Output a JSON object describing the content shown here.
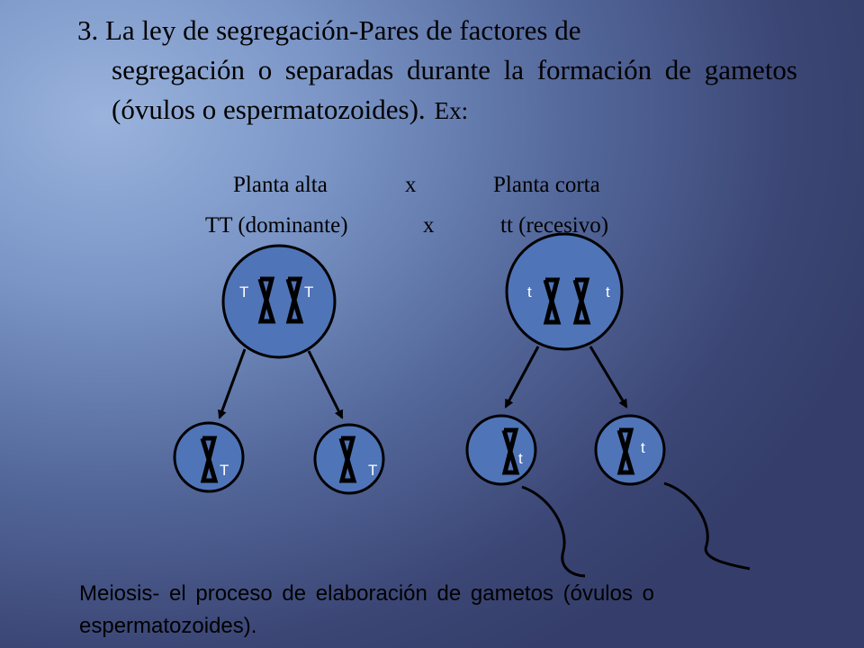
{
  "heading": {
    "number": "3.",
    "law": "La ley de segregación",
    "dash_text": "-Pares de factores de",
    "rest": "segregación o separadas durante la formación de gametos (óvulos o espermatozoides).",
    "example": "Ex:"
  },
  "cross": {
    "tall": "Planta alta",
    "x1": "x",
    "short": "Planta corta",
    "tall_genotype": "TT (dominante)",
    "x2": "x",
    "short_genotype": "tt (recesivo)"
  },
  "diagram": {
    "parent_left_labels": [
      "T",
      "T"
    ],
    "parent_right_labels": [
      "t",
      "t"
    ],
    "gamete_labels_left": [
      "T",
      "T"
    ],
    "gamete_labels_right": [
      "t",
      "t"
    ],
    "cell_fill": "#4f74b8",
    "outline": "#000000"
  },
  "footer": {
    "text": "Meiosis- el proceso de elaboración de gametos (óvulos o espermatozoides)."
  }
}
